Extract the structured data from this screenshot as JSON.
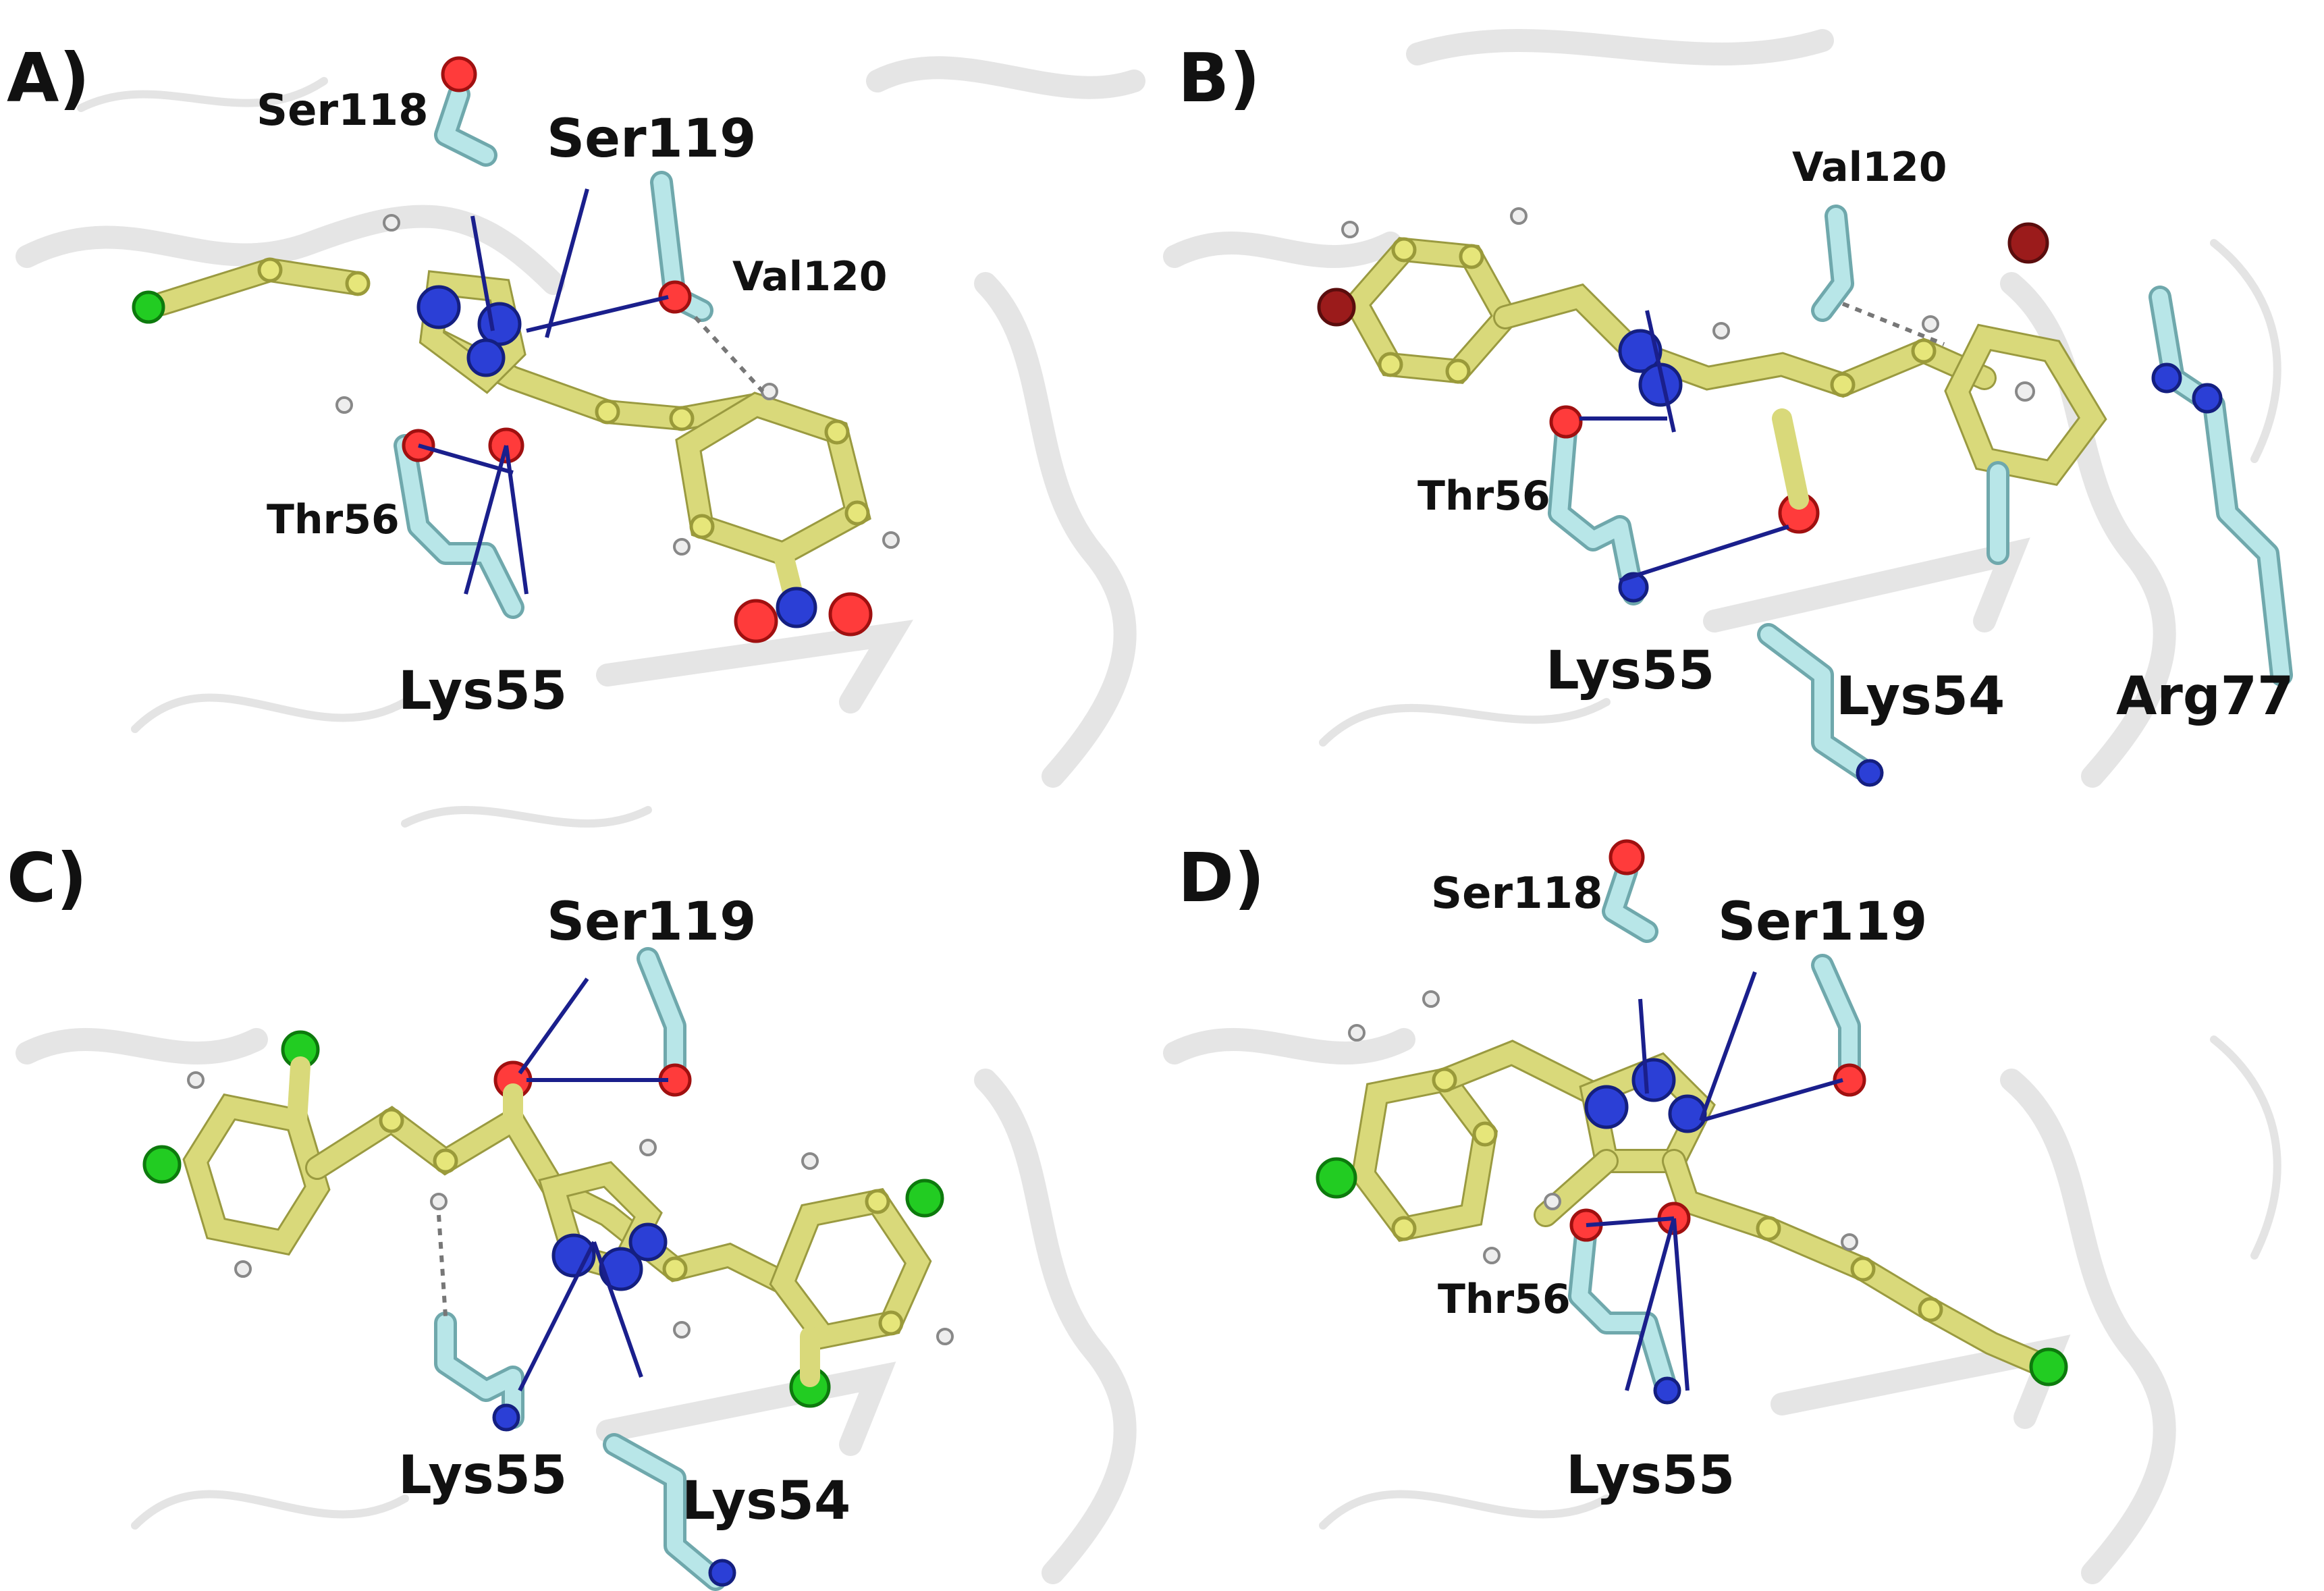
{
  "panels": [
    {
      "letter": "A)",
      "residues": [
        "Ser118",
        "Ser119",
        "Val120",
        "Thr56",
        "Lys55"
      ]
    },
    {
      "letter": "B)",
      "residues": [
        "Val120",
        "Thr56",
        "Lys55",
        "Lys54",
        "Arg77"
      ]
    },
    {
      "letter": "C)",
      "residues": [
        "Ser119",
        "Lys55",
        "Lys54"
      ]
    },
    {
      "letter": "D)",
      "residues": [
        "Ser118",
        "Ser119",
        "Thr56",
        "Lys55"
      ]
    }
  ],
  "colors": {
    "ligand_carbon": "#e6e67a",
    "nitrogen": "#2b3fd6",
    "oxygen": "#ff3b3b",
    "chlorine": "#22cc22",
    "bromine": "#9b1b1b",
    "residue_carbon": "#b8e6e8",
    "hbond": "#1a1f8c",
    "protein_cartoon": "#cfcfcf"
  }
}
